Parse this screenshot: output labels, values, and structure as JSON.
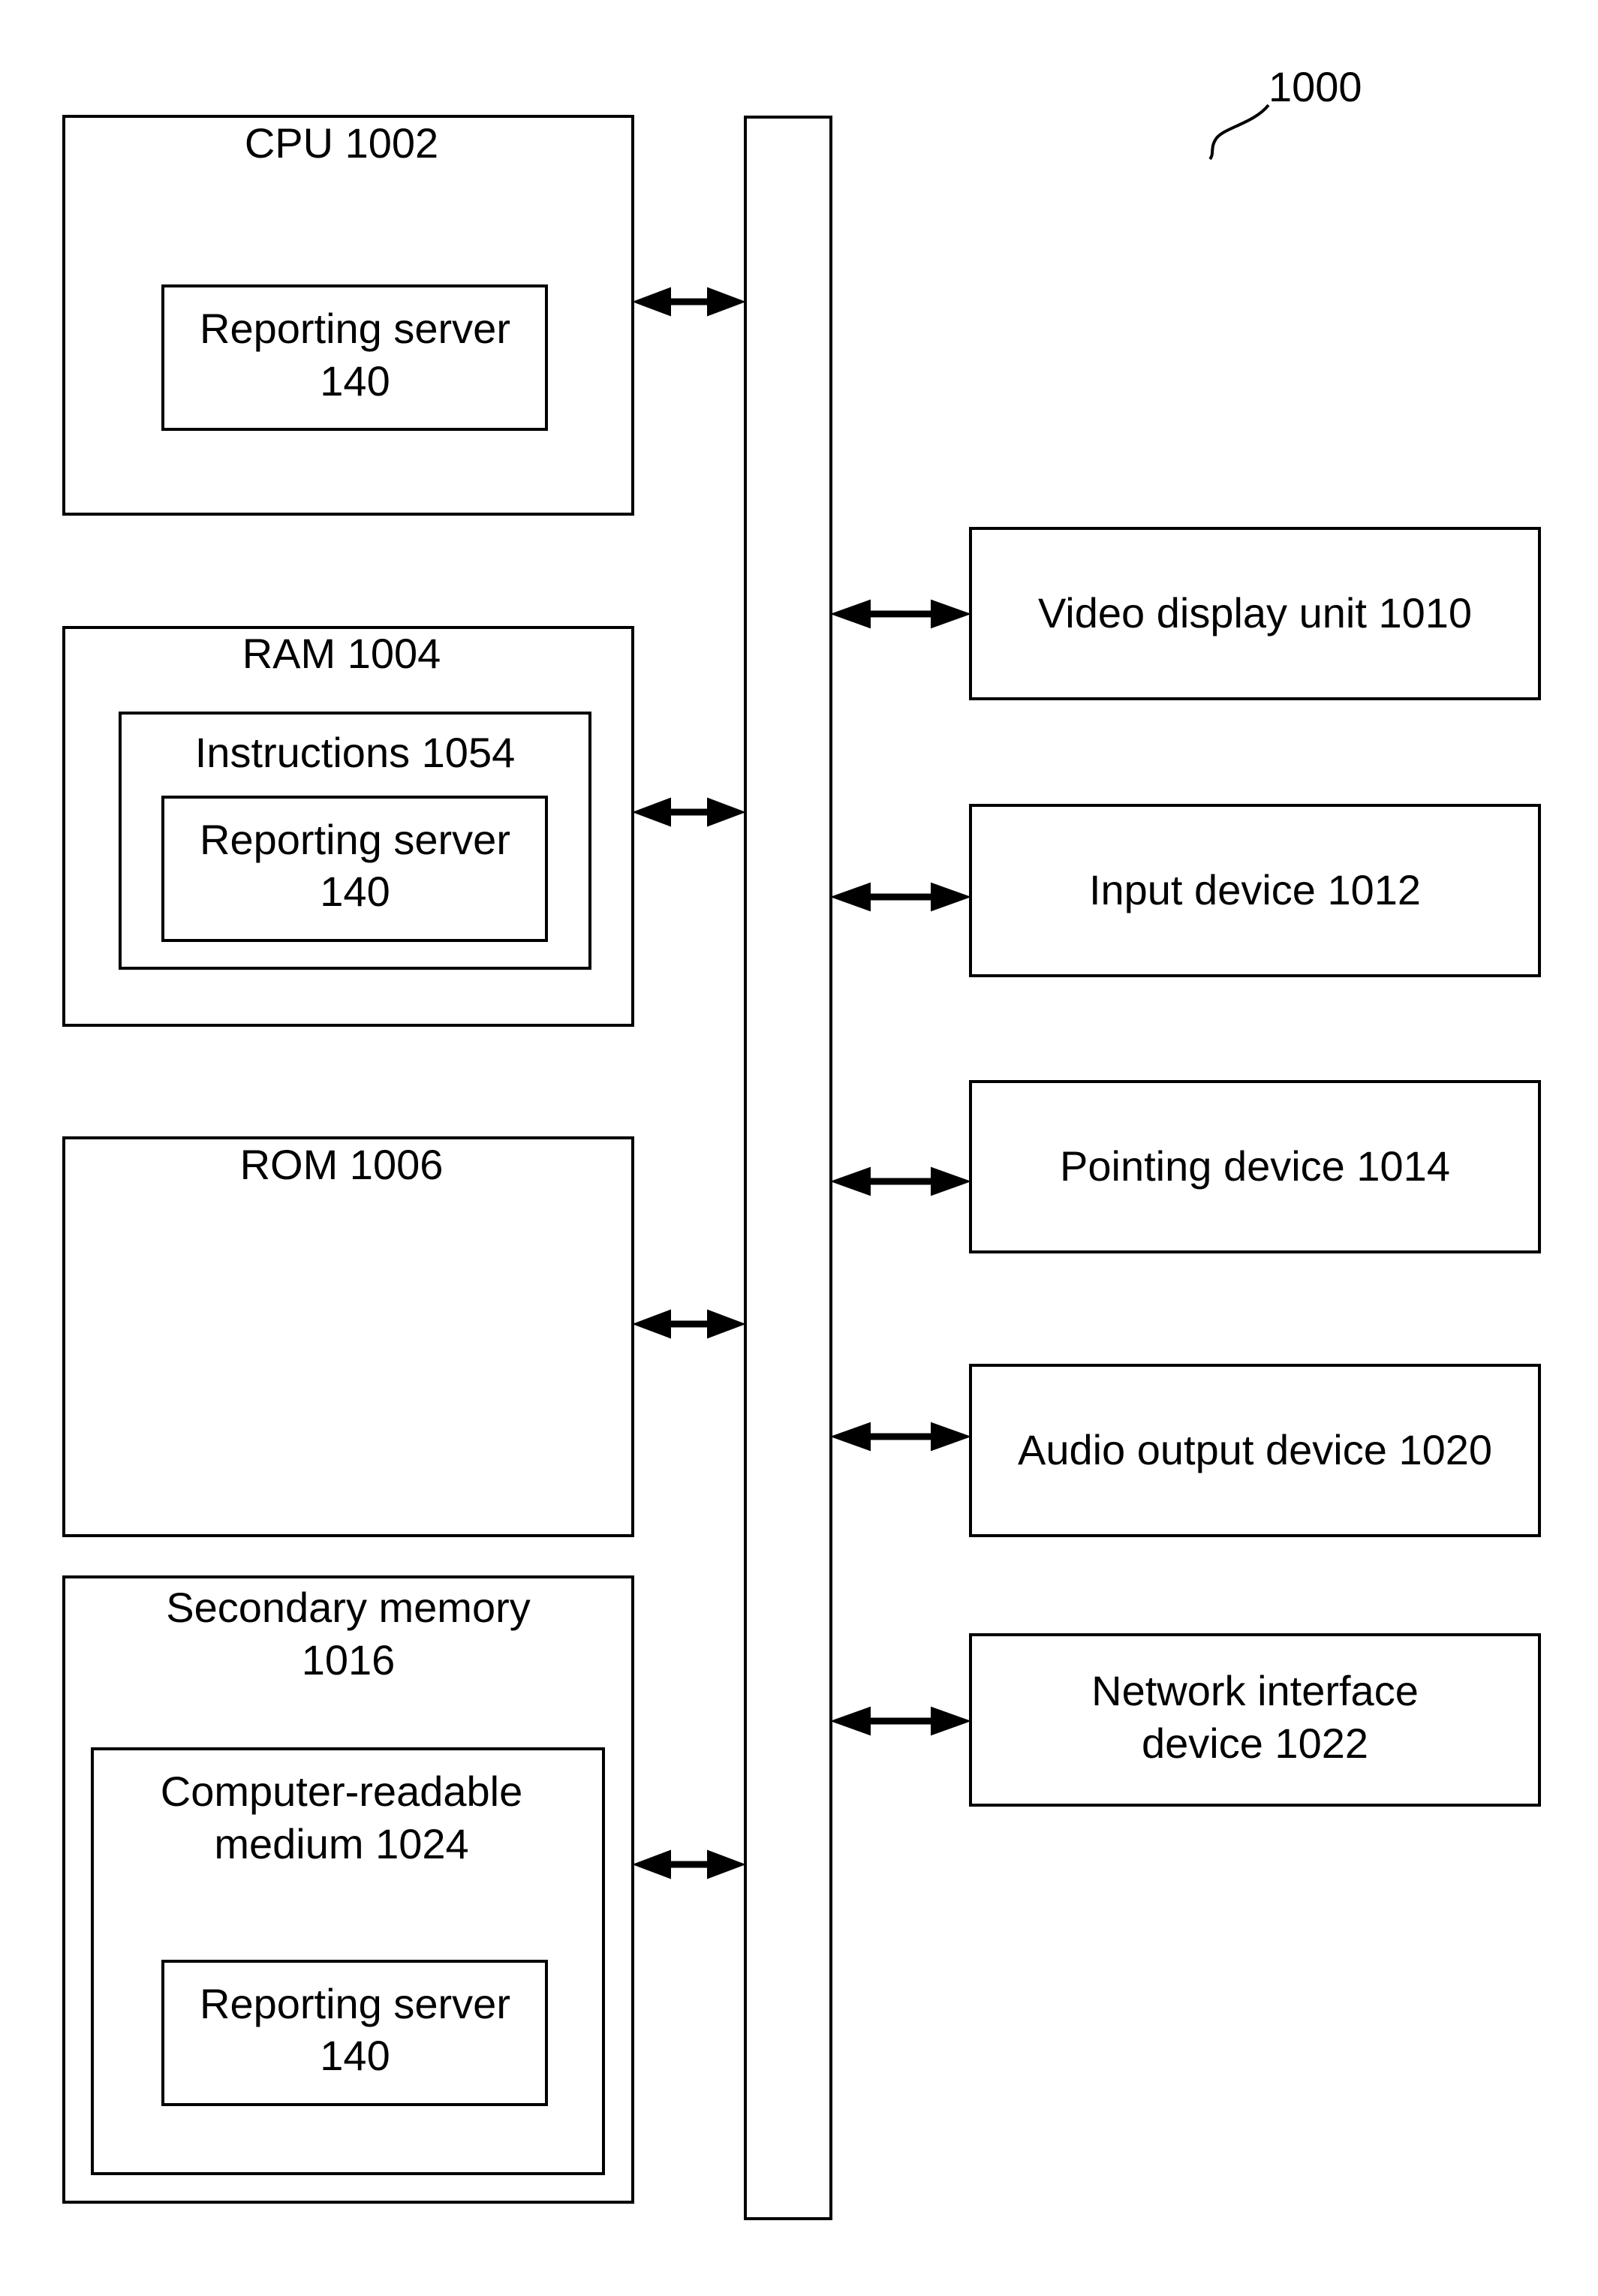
{
  "figure_ref": "1000",
  "cpu": {
    "title": "CPU 1002",
    "inner": {
      "line1": "Reporting server",
      "line2": "140"
    }
  },
  "ram": {
    "title": "RAM 1004",
    "instructions": "Instructions 1054",
    "inner": {
      "line1": "Reporting server",
      "line2": "140"
    }
  },
  "rom": {
    "title": "ROM 1006"
  },
  "secondary": {
    "line1": "Secondary memory",
    "line2": "1016",
    "medium": {
      "line1": "Computer-readable",
      "line2": "medium 1024"
    },
    "inner": {
      "line1": "Reporting server",
      "line2": "140"
    }
  },
  "devices": {
    "video": "Video display unit 1010",
    "input": "Input device 1012",
    "pointing": "Pointing device 1014",
    "audio": "Audio output device 1020",
    "network": {
      "line1": "Network interface",
      "line2": "device 1022"
    }
  }
}
